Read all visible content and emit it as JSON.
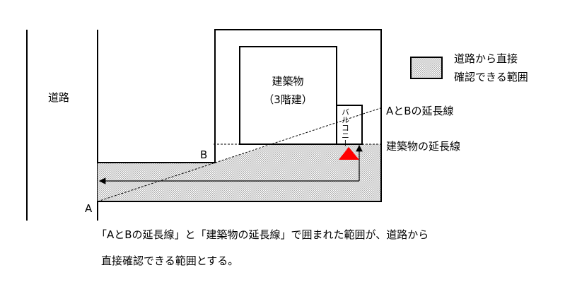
{
  "road_label": "道路",
  "building": {
    "line1": "建築物",
    "line2": "（3階建）"
  },
  "balcony_label": "バルコニー",
  "point_a": "A",
  "point_b": "B",
  "ab_extension_label": "AとBの延長線",
  "building_extension_label": "建築物の延長線",
  "legend": {
    "line1": "道路から直接",
    "line2": "確認できる範囲"
  },
  "caption": {
    "line1": "「AとBの延長線」と「建築物の延長線」で囲まれた範囲が、道路から",
    "line2": "直接確認できる範囲とする。"
  },
  "colors": {
    "observer": "#ff0000",
    "shade": "#c8c8c8"
  }
}
